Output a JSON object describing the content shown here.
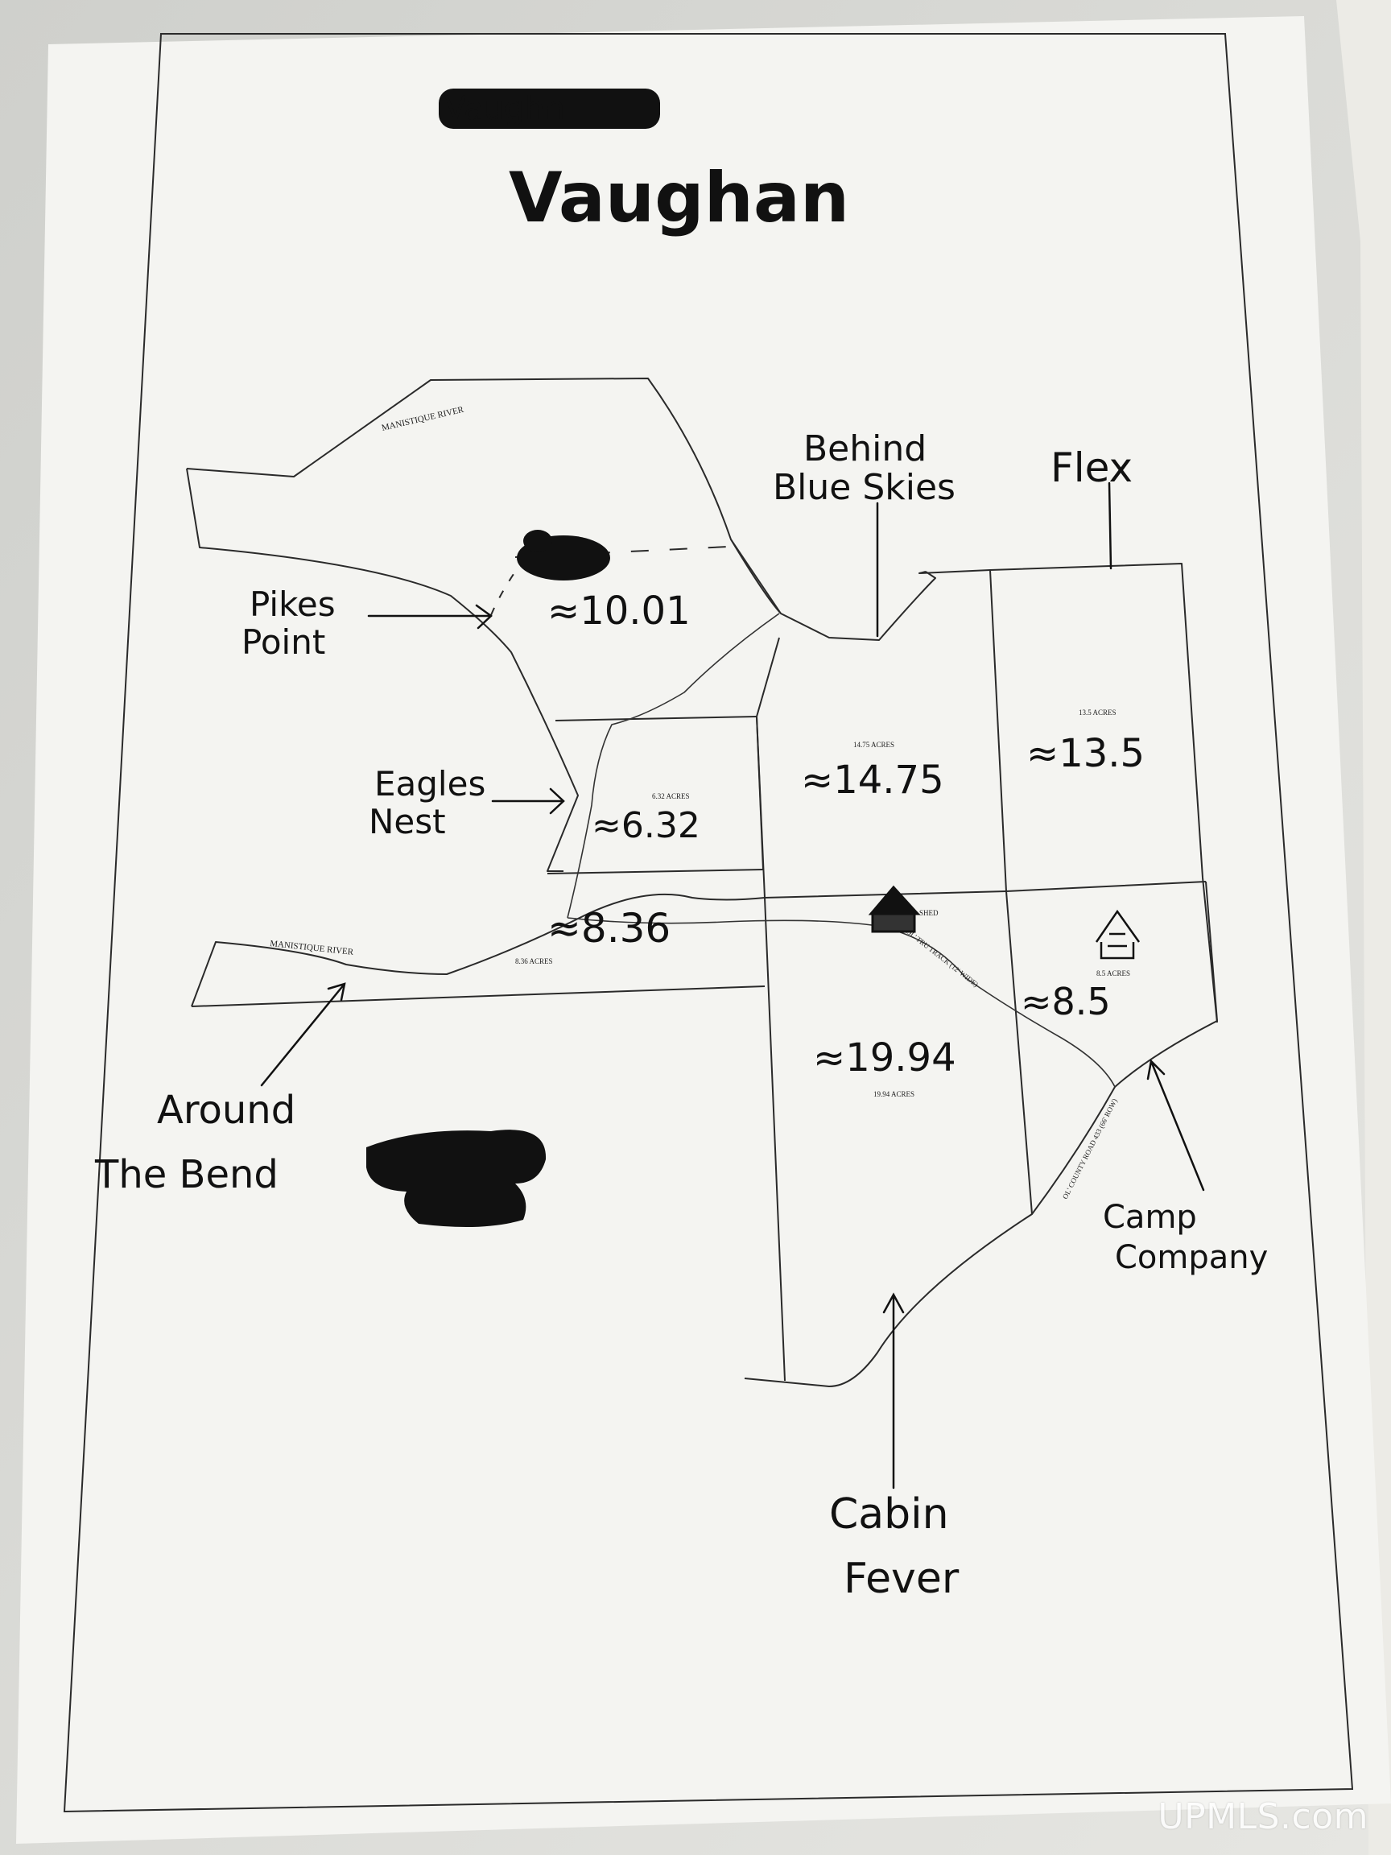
{
  "title": "Vaughan",
  "title_redacted": "Vaughn",
  "watermark": "UPMLS.com",
  "rivers": [
    {
      "key": "north",
      "label": "MANISTIQUE RIVER"
    },
    {
      "key": "south",
      "label": "MANISTIQUE RIVER"
    }
  ],
  "roads": [
    {
      "key": "trail",
      "label": "OL' TRU TRACK (12' WIDE)"
    },
    {
      "key": "county",
      "label": "OL' COUNTY ROAD 433 (66' ROW)"
    }
  ],
  "parcel_names": [
    {
      "key": "pikes",
      "lines": [
        "Pikes",
        "Point"
      ]
    },
    {
      "key": "eagles",
      "lines": [
        "Eagles",
        "Nest"
      ]
    },
    {
      "key": "bend",
      "lines": [
        "Around",
        "The Bend"
      ]
    },
    {
      "key": "blue",
      "lines": [
        "Behind",
        "Blue Skies"
      ]
    },
    {
      "key": "flex",
      "lines": [
        "Flex"
      ]
    },
    {
      "key": "camp",
      "lines": [
        "Camp",
        "Company"
      ]
    },
    {
      "key": "cabin",
      "lines": [
        "Cabin",
        "Fever"
      ]
    }
  ],
  "acreage_handwritten": [
    {
      "key": "pikes",
      "text": "≈10.01"
    },
    {
      "key": "eagles",
      "text": "≈6.32"
    },
    {
      "key": "bend",
      "text": "≈8.36"
    },
    {
      "key": "blue",
      "text": "≈14.75"
    },
    {
      "key": "flex",
      "text": "≈13.5"
    },
    {
      "key": "camp",
      "text": "≈8.5"
    },
    {
      "key": "cabin",
      "text": "≈19.94"
    }
  ],
  "acreage_printed": [
    {
      "key": "eagles",
      "text": "6.32 ACRES"
    },
    {
      "key": "bend",
      "text": "8.36 ACRES"
    },
    {
      "key": "blue",
      "text": "14.75 ACRES"
    },
    {
      "key": "flex",
      "text": "13.5 ACRES"
    },
    {
      "key": "camp",
      "text": "8.5 ACRES"
    },
    {
      "key": "cabin",
      "text": "19.94 ACRES"
    }
  ],
  "structure_label": "SHED",
  "colors": {
    "paper": "#f4f4f1",
    "ink": "#111111",
    "line": "#2a2a2a",
    "background": "#dcdcd8"
  }
}
